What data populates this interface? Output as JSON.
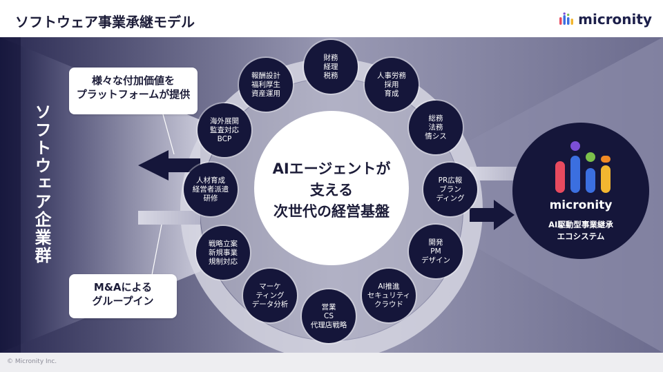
{
  "header": {
    "title": "ソフトウェア事業承継モデル",
    "logo_text": "micronity"
  },
  "left": {
    "vertical_label": "ソフトウェア企業群"
  },
  "callouts": {
    "platform": {
      "line1": "様々な付加価値を",
      "line2": "プラットフォームが提供"
    },
    "ma": {
      "line1": "M&Aによる",
      "line2": "グループイン"
    }
  },
  "center": {
    "line1": "AIエージェントが",
    "line2": "支える",
    "line3": "次世代の経営基盤"
  },
  "nodes": [
    {
      "lines": [
        "財務",
        "経理",
        "税務"
      ]
    },
    {
      "lines": [
        "人事労務",
        "採用",
        "育成"
      ]
    },
    {
      "lines": [
        "総務",
        "法務",
        "情シス"
      ]
    },
    {
      "lines": [
        "PR広報",
        "ブラン",
        "ディング"
      ]
    },
    {
      "lines": [
        "開発",
        "PM",
        "デザイン"
      ]
    },
    {
      "lines": [
        "AI推進",
        "セキュリティ",
        "クラウド"
      ]
    },
    {
      "lines": [
        "営業",
        "CS",
        "代理店戦略"
      ]
    },
    {
      "lines": [
        "マーケ",
        "ティング",
        "データ分析"
      ]
    },
    {
      "lines": [
        "戦略立案",
        "新規事業",
        "規制対応"
      ]
    },
    {
      "lines": [
        "人材育成",
        "経営者派遣",
        "研修"
      ]
    },
    {
      "lines": [
        "海外展開",
        "監査対応",
        "BCP"
      ]
    },
    {
      "lines": [
        "報酬設計",
        "福利厚生",
        "資産運用"
      ]
    }
  ],
  "micronity": {
    "name": "micronity",
    "desc_line1": "AI駆動型事業継承",
    "desc_line2": "エコシステム",
    "dot_colors": [
      "#e84a5f",
      "#3b6fe0",
      "#7b4fd6",
      "#3b6fe0",
      "#7cc04b",
      "#f2b630",
      "#f08a24"
    ]
  },
  "footer": {
    "copyright": "© Micronity Inc."
  }
}
